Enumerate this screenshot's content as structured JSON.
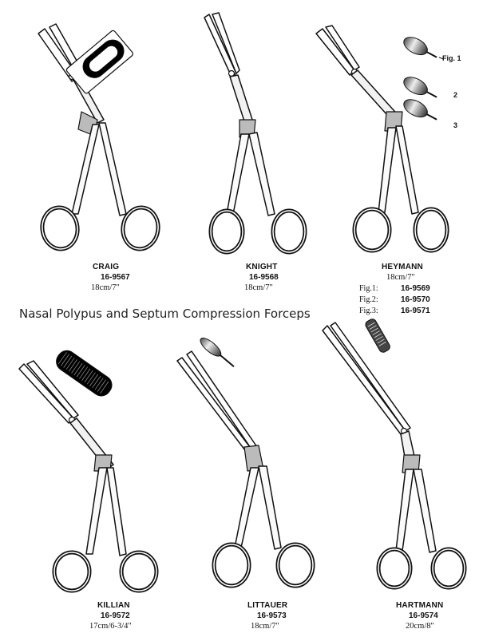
{
  "title": "Nasal Polypus and Septum Compression Forceps",
  "instruments": [
    {
      "name": "CRAIG",
      "code": "16-9567",
      "size": "18cm/7\""
    },
    {
      "name": "KNIGHT",
      "code": "16-9568",
      "size": "18cm/7\""
    },
    {
      "name": "HEYMANN",
      "code": "",
      "size": "18cm/7\""
    },
    {
      "name": "KILLIAN",
      "code": "16-9572",
      "size": "17cm/6-3/4\""
    },
    {
      "name": "LITTAUER",
      "code": "16-9573",
      "size": "18cm/7\""
    },
    {
      "name": "HARTMANN",
      "code": "16-9574",
      "size": "20cm/8\""
    }
  ],
  "heymann_figs": [
    {
      "label": "Fig.1:",
      "code": "16-9569"
    },
    {
      "label": "Fig.2:",
      "code": "16-9570"
    },
    {
      "label": "Fig.3:",
      "code": "16-9571"
    }
  ],
  "fig_tags": [
    "Fig. 1",
    "2",
    "3"
  ]
}
